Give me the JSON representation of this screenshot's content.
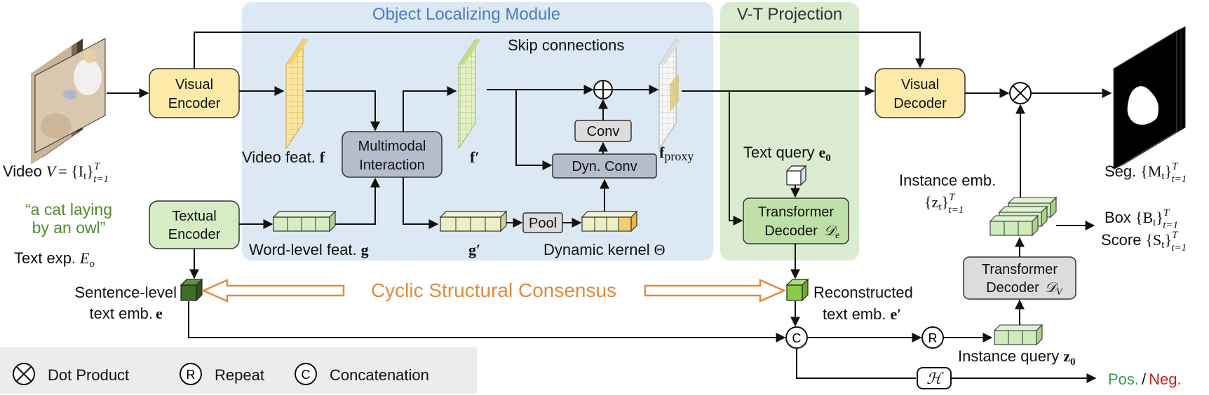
{
  "modules": {
    "olm_title": "Object Localizing Module",
    "vt_title": "V-T Projection",
    "skip_connections": "Skip connections"
  },
  "blocks": {
    "visual_encoder": [
      "Visual",
      "Encoder"
    ],
    "textual_encoder": [
      "Textual",
      "Encoder"
    ],
    "multimodal": [
      "Multimodal",
      "Interaction"
    ],
    "conv": "Conv",
    "dyn_conv": "Dyn. Conv",
    "pool": "Pool",
    "transformer_e": [
      "Transformer",
      "Decoder"
    ],
    "visual_decoder": [
      "Visual",
      "Decoder"
    ],
    "transformer_v": [
      "Transformer",
      "Decoder"
    ]
  },
  "labels": {
    "video": "Video",
    "video_v": "V",
    "video_set": "= {I",
    "video_t": "t",
    "video_close": "}",
    "video_sup": "T",
    "video_sub": "t=1",
    "text_exp_line1": "“a cat laying",
    "text_exp_line2": "by an owl”",
    "text_exp_bold1": "a",
    "text_exp_bold2": "owl",
    "text_exp": "Text exp.",
    "text_exp_sym": "E",
    "text_exp_sub": "o",
    "sentence_emb_line1": "Sentence-level",
    "sentence_emb_line2": "text emb.",
    "sentence_emb_sym": "e",
    "video_feat": "Video feat.",
    "video_feat_sym": "f",
    "f_prime": "f′",
    "f_proxy": "f",
    "f_proxy_sub": "proxy",
    "word_feat": "Word-level feat.",
    "word_feat_sym": "g",
    "g_prime": "g′",
    "dyn_kernel": "Dynamic kernel",
    "dyn_kernel_sym": "Θ",
    "text_query": "Text query",
    "text_query_sym": "e",
    "text_query_sub": "0",
    "de_sym": "𝒟",
    "de_sub": "e",
    "dv_sym": "𝒟",
    "dv_sub": "V",
    "cyclic": "Cyclic Structural Consensus",
    "recon_line1": "Reconstructed",
    "recon_line2": "text emb.",
    "recon_sym": "e′",
    "instance_emb": "Instance emb.",
    "instance_emb_set": "{z",
    "instance_emb_t": "t",
    "instance_emb_close": "}",
    "instance_emb_sup": "T",
    "instance_emb_sub": "t=1",
    "box": "Box",
    "box_set": "{B",
    "box_t": "t",
    "box_close": "}",
    "box_sup": "T",
    "box_sub": "t=1",
    "score": "Score",
    "score_set": "{S",
    "score_t": "t",
    "score_close": "}",
    "score_sup": "T",
    "score_sub": "t=1",
    "seg": "Seg.",
    "seg_set": "{M",
    "seg_t": "t",
    "seg_close": "}",
    "seg_sup": "T",
    "seg_sub": "t=1",
    "instance_query": "Instance query",
    "instance_query_sym": "z",
    "instance_query_sub": "0",
    "h_sym": "ℋ",
    "pos": "Pos.",
    "slash": "/",
    "neg": "Neg."
  },
  "ops": {
    "plus": "+",
    "r": "R",
    "c": "C"
  },
  "legend": {
    "dot_product": "Dot Product",
    "repeat": "Repeat",
    "concatenation": "Concatenation",
    "r_symbol": "R",
    "c_symbol": "C"
  },
  "colors": {
    "olm_bg": "#dce8f4",
    "vt_bg": "#dbebd0",
    "olm_title": "#4b7cc0",
    "vt_title": "#333333",
    "yellow_block": "#fde9a8",
    "green_block": "#d5ecc4",
    "gray_block": "#b5bccb",
    "light_gray": "#dcdcdc",
    "cyclic": "#e08a3c",
    "text_exp": "#4f8a2c",
    "pos": "#2f9e4f",
    "neg": "#c02020",
    "legend_bg": "#ececec"
  }
}
